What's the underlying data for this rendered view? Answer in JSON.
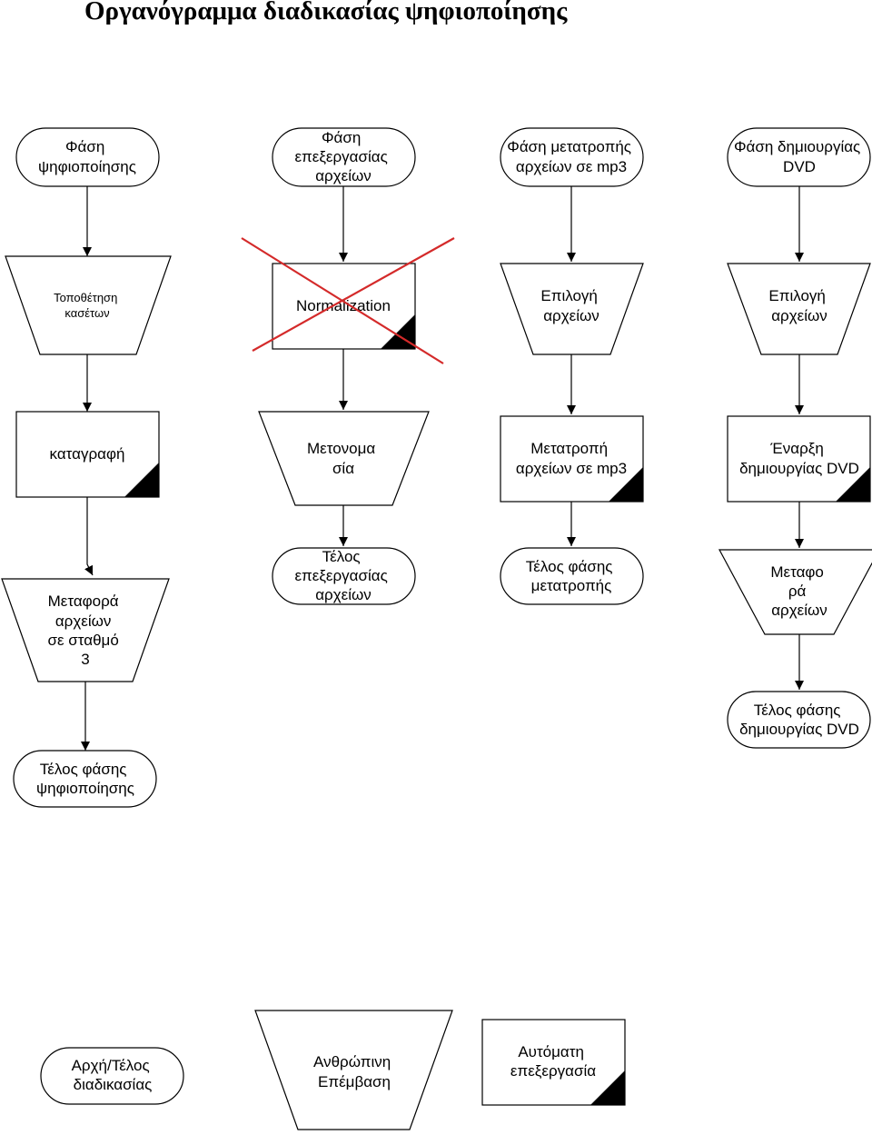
{
  "title": "Οργανόγραμμα διαδικασίας ψηφιοποίησης",
  "colors": {
    "line": "#000000",
    "cross": "#d42a2a"
  },
  "nodes": {
    "start_digitization": [
      "Φάση",
      "ψηφιοποίησης"
    ],
    "start_processing": [
      "Φάση",
      "επεξεργασίας",
      "αρχείων"
    ],
    "start_mp3": [
      "Φάση μετατροπής",
      "αρχείων σε mp3"
    ],
    "start_dvd": [
      "Φάση δημιουργίας",
      "DVD"
    ],
    "tape_placement": [
      "Τοποθέτηση",
      "κασέτων"
    ],
    "normalization": [
      "Normalization"
    ],
    "select_files_mp3": [
      "Επιλογή",
      "αρχείων"
    ],
    "select_files_dvd": [
      "Επιλογή",
      "αρχείων"
    ],
    "recording": [
      "καταγραφή"
    ],
    "renaming": [
      "Μετονομα",
      "σία"
    ],
    "convert_mp3": [
      "Μετατροπή",
      "αρχείων σε mp3"
    ],
    "dvd_creation_start": [
      "Έναρξη",
      "δημιουργίας DVD"
    ],
    "transfer_station": [
      "Μεταφορά",
      "αρχείων",
      "σε σταθμό",
      "3"
    ],
    "end_processing": [
      "Τέλος",
      "επεξεργασίας",
      "αρχείων"
    ],
    "end_conversion": [
      "Τέλος φάσης",
      "μετατροπής"
    ],
    "transfer_files": [
      "Μεταφο",
      "ρά",
      "αρχείων"
    ],
    "end_dvd": [
      "Τέλος φάσης",
      "δημιουργίας DVD"
    ],
    "end_digitization": [
      "Τέλος φάσης",
      "ψηφιοποίησης"
    ]
  },
  "legend": {
    "start_end": [
      "Αρχή/Τέλος",
      "διαδικασίας"
    ],
    "manual": [
      "Ανθρώπινη",
      "Επέμβαση"
    ],
    "automatic": [
      "Αυτόματη",
      "επεξεργασία"
    ]
  }
}
